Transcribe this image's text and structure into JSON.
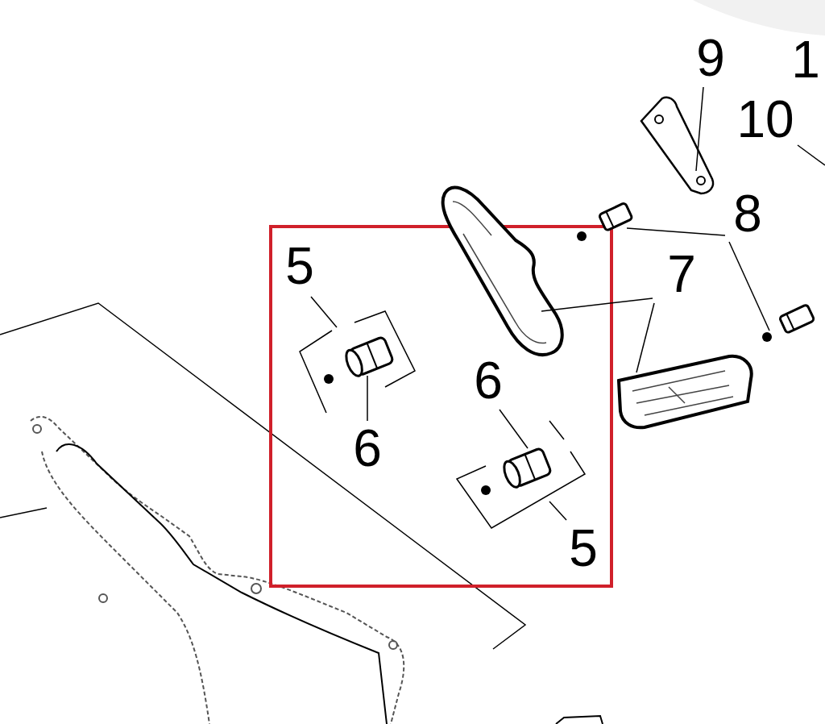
{
  "diagram": {
    "labels": [
      "9",
      "1",
      "10",
      "8",
      "7",
      "5",
      "6",
      "6",
      "5"
    ]
  }
}
